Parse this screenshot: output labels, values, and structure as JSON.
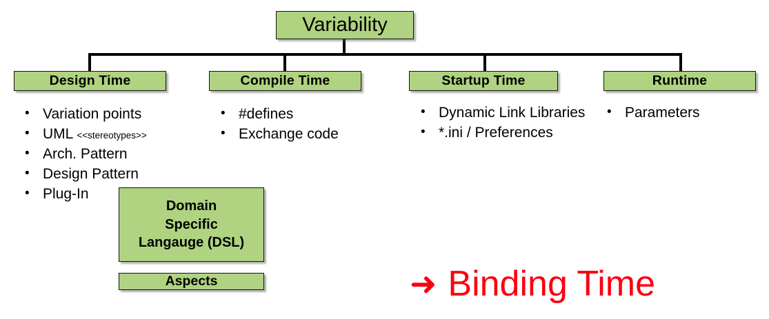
{
  "diagram": {
    "root": {
      "label": "Variability"
    },
    "branches": [
      {
        "label": "Design Time"
      },
      {
        "label": "Compile Time"
      },
      {
        "label": "Startup Time"
      },
      {
        "label": "Runtime"
      }
    ],
    "lists": {
      "design_time": [
        {
          "text": "Variation points",
          "note": ""
        },
        {
          "text": "UML ",
          "note": "<<stereotypes>>"
        },
        {
          "text": "Arch. Pattern",
          "note": ""
        },
        {
          "text": "Design Pattern",
          "note": ""
        },
        {
          "text": "Plug-In",
          "note": ""
        }
      ],
      "compile_time": [
        {
          "text": "#defines",
          "note": ""
        },
        {
          "text": "Exchange code",
          "note": ""
        }
      ],
      "startup_time": [
        {
          "text": "Dynamic Link Libraries",
          "note": ""
        },
        {
          "text": "*.ini / Preferences",
          "note": ""
        }
      ],
      "runtime": [
        {
          "text": "Parameters",
          "note": ""
        }
      ]
    },
    "extra_boxes": {
      "dsl": {
        "line1": "Domain",
        "line2": "Specific",
        "line3": "Langauge (DSL)"
      },
      "aspects": {
        "label": "Aspects"
      }
    },
    "callout": {
      "arrow": "➜",
      "label": "Binding Time"
    },
    "bullet_glyph": "•",
    "colors": {
      "box_fill": "#AFD380",
      "box_border": "#111111",
      "callout_red": "#FA0010",
      "text": "#000000",
      "background": "#FFFFFF"
    }
  }
}
